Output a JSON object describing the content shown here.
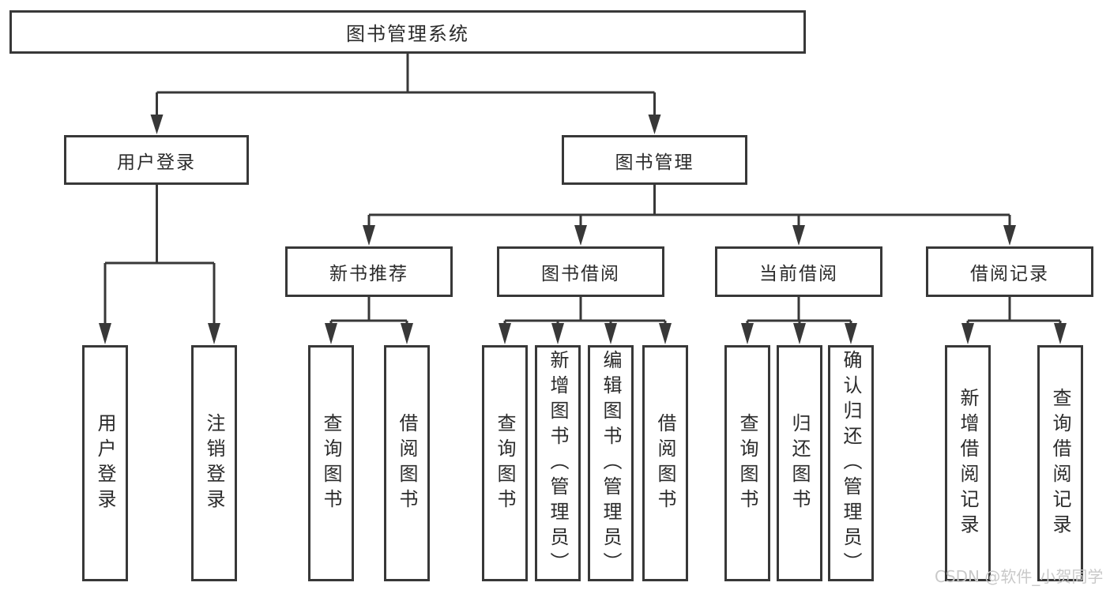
{
  "tree": {
    "root": {
      "label": "图书管理系统",
      "children": [
        {
          "label": "用户登录",
          "children": [
            {
              "label": "用户登录"
            },
            {
              "label": "注销登录"
            }
          ]
        },
        {
          "label": "图书管理",
          "children": [
            {
              "label": "新书推荐",
              "children": [
                {
                  "label": "查询图书"
                },
                {
                  "label": "借阅图书"
                }
              ]
            },
            {
              "label": "图书借阅",
              "children": [
                {
                  "label": "查询图书"
                },
                {
                  "label": "新增图书（管理员）"
                },
                {
                  "label": "编辑图书（管理员）"
                },
                {
                  "label": "借阅图书"
                }
              ]
            },
            {
              "label": "当前借阅",
              "children": [
                {
                  "label": "查询图书"
                },
                {
                  "label": "归还图书"
                },
                {
                  "label": "确认归还（管理员）"
                }
              ]
            },
            {
              "label": "借阅记录",
              "children": [
                {
                  "label": "新增借阅记录"
                },
                {
                  "label": "查询借阅记录"
                }
              ]
            }
          ]
        }
      ]
    }
  },
  "watermark": {
    "text": "CSDN @软件_小贺同学"
  },
  "colors": {
    "line": "#383838",
    "text": "#2b2b2b",
    "background": "#ffffff",
    "watermark": "#c9c9c9"
  }
}
